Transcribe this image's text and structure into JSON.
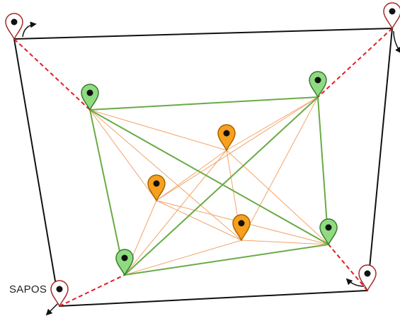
{
  "diagram": {
    "station_label": "SAPOS",
    "colors": {
      "outer_frame": "#111111",
      "sapos_link": "#e31e24",
      "inner_frame": "#6aab45",
      "inner_links": "#f4a46a",
      "green_marker": "#8fdb82",
      "orange_marker": "#f7a01e",
      "sapos_marker_outline": "#a52a2a",
      "marker_dot": "#111111"
    },
    "markers": {
      "sapos": [
        "sapos-top-left",
        "sapos-top-right",
        "sapos-bottom-right",
        "sapos-bottom-left"
      ],
      "green": [
        "green-top-left",
        "green-top-right",
        "green-bottom-right",
        "green-bottom-left"
      ],
      "orange": [
        "orange-upper",
        "orange-left",
        "orange-lower"
      ]
    }
  }
}
